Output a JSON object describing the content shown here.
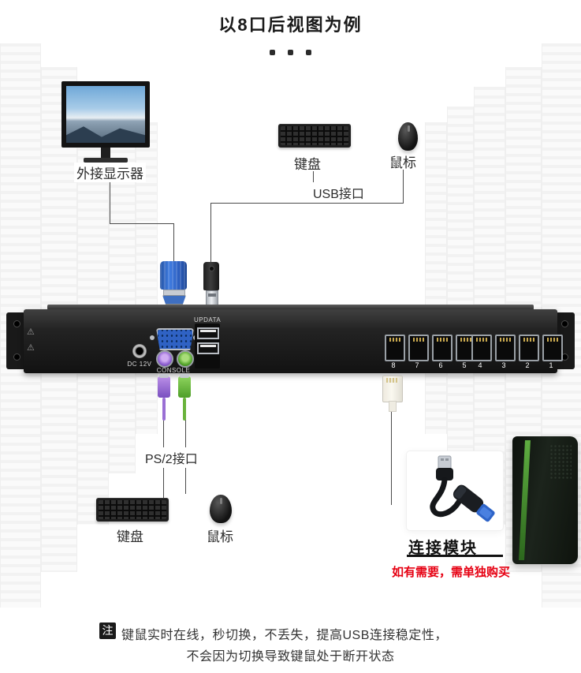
{
  "title": "以8口后视图为例",
  "diagram": {
    "monitor_label": "外接显示器",
    "keyboard_top_label": "键盘",
    "mouse_top_label": "鼠标",
    "usb_label": "USB接口",
    "ps2_label": "PS/2接口",
    "keyboard_bottom_label": "键盘",
    "mouse_bottom_label": "鼠标",
    "module_label": "连接模块",
    "module_note": "如有需要，需单独购买"
  },
  "device": {
    "dc_label": "DC 12V",
    "console_label": "CONSOLE",
    "updata_label": "UPDATA",
    "warning_icon": "⚠",
    "port_numbers": [
      "8",
      "7",
      "6",
      "5",
      "4",
      "3",
      "2",
      "1"
    ]
  },
  "footnote": {
    "tag": "注",
    "line1": "键鼠实时在线，秒切换，不丢失，提高USB连接稳定性，",
    "line2": "不会因为切换导致键鼠处于断开状态"
  },
  "colors": {
    "red": "#e60012",
    "vga_blue": "#2e64c8",
    "ps2_purple": "#8d5fd0",
    "ps2_green": "#55a52c"
  }
}
